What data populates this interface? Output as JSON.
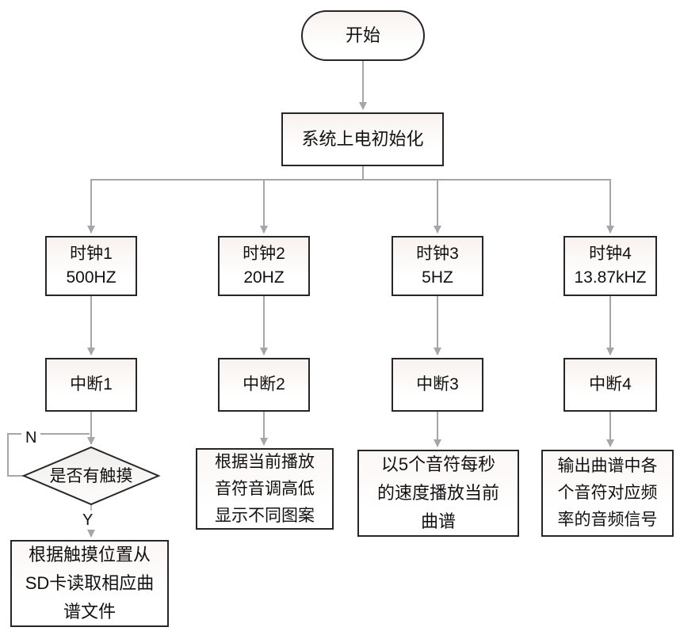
{
  "diagram": {
    "start_label": "开始",
    "init_label": "系统上电初始化",
    "clocks": [
      {
        "title": "时钟1",
        "freq": "500HZ"
      },
      {
        "title": "时钟2",
        "freq": "20HZ"
      },
      {
        "title": "时钟3",
        "freq": "5HZ"
      },
      {
        "title": "时钟4",
        "freq": "13.87kHZ"
      }
    ],
    "interrupts": [
      "中断1",
      "中断2",
      "中断3",
      "中断4"
    ],
    "decision": {
      "label": "是否有触摸",
      "no": "N",
      "yes": "Y"
    },
    "actions": [
      {
        "lines": [
          "根据触摸位置从",
          "SD卡读取相应曲",
          "谱文件"
        ]
      },
      {
        "lines": [
          "根据当前播放",
          "音符音调高低",
          "显示不同图案"
        ]
      },
      {
        "lines": [
          "以5个音符每秒",
          "的速度播放当前",
          "曲谱"
        ]
      },
      {
        "lines": [
          "输出曲谱中各",
          "个音符对应频",
          "率的音频信号"
        ]
      }
    ],
    "colors": {
      "node_border": "#262626",
      "connector": "#a6a6a6",
      "node_fill_top": "#f8f2ef",
      "diamond_fill_top": "#efeeec",
      "text": "#111111",
      "background": "#ffffff"
    }
  }
}
